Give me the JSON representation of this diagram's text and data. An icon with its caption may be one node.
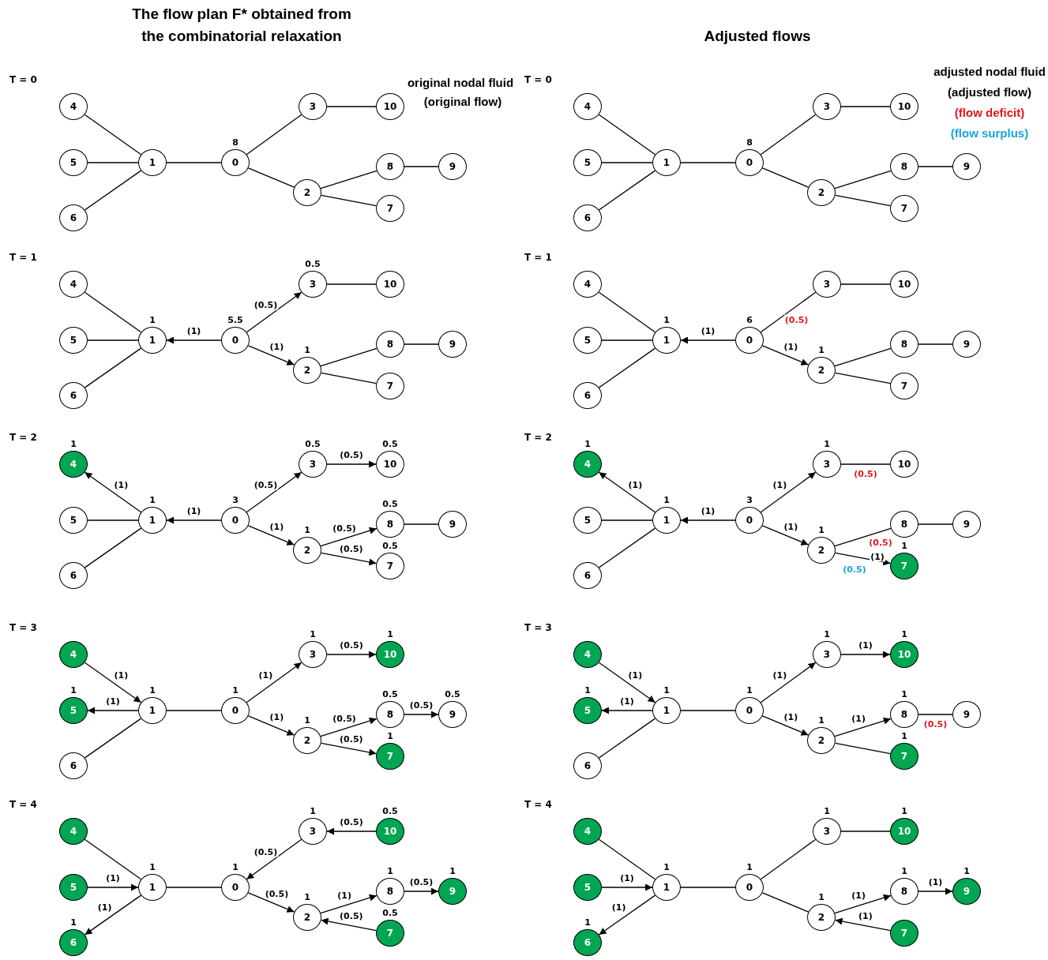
{
  "diagram": {
    "title": "The flow plan F* obtained from the combinatorial relaxation",
    "nodes": [
      {
        "text": [
          "0"
        ],
        "beside": [
          "8"
        ]
      },
      {
        "text": [
          "1"
        ]
      },
      {
        "text": [
          "2"
        ]
      },
      {
        "text": [
          "3"
        ]
      },
      {
        "text": [
          "4"
        ]
      },
      {
        "text": [
          "5"
        ]
      },
      {
        "text": [
          "6"
        ]
      },
      {
        "text": [
          "7"
        ]
      },
      {
        "text": [
          "8"
        ]
      },
      {
        "text": [
          "9"
        ]
      },
      {
        "text": [
          "10"
        ]
      },
      {
        "text": [
          "0"
        ],
        "beside": [
          "8"
        ]
      },
      {
        "text": [
          "1"
        ]
      },
      {
        "text": [
          "2"
        ]
      },
      {
        "text": [
          "3"
        ]
      },
      {
        "text": [
          "4"
        ]
      },
      {
        "text": [
          "5"
        ]
      },
      {
        "text": [
          "6"
        ]
      },
      {
        "text": [
          "7"
        ]
      },
      {
        "text": [
          "8"
        ]
      },
      {
        "text": [
          "9"
        ]
      },
      {
        "text": [
          "10"
        ]
      },
      {
        "text": [
          "0"
        ],
        "beside": [
          "5.5"
        ]
      },
      {
        "text": [
          "1"
        ],
        "beside": [
          "1"
        ]
      },
      {
        "text": [
          "2"
        ],
        "beside": [
          "1"
        ]
      },
      {
        "text": [
          "3"
        ],
        "beside": [
          "0.5"
        ]
      },
      {
        "text": [
          "4"
        ]
      },
      {
        "text": [
          "5"
        ]
      },
      {
        "text": [
          "6"
        ]
      },
      {
        "text": [
          "7"
        ]
      },
      {
        "text": [
          "8"
        ]
      },
      {
        "text": [
          "9"
        ]
      },
      {
        "text": [
          "10"
        ]
      },
      {
        "text": [
          "0"
        ],
        "beside": [
          "6"
        ]
      },
      {
        "text": [
          "1"
        ],
        "beside": [
          "1"
        ]
      },
      {
        "text": [
          "2"
        ],
        "beside": [
          "1"
        ]
      },
      {
        "text": [
          "3"
        ]
      },
      {
        "text": [
          "4"
        ]
      },
      {
        "text": [
          "5"
        ]
      },
      {
        "text": [
          "6"
        ]
      },
      {
        "text": [
          "7"
        ]
      },
      {
        "text": [
          "8"
        ]
      },
      {
        "text": [
          "9"
        ]
      },
      {
        "text": [
          "10"
        ]
      },
      {
        "text": [
          "0"
        ],
        "beside": [
          "3"
        ]
      },
      {
        "text": [
          "1"
        ],
        "beside": [
          "1"
        ]
      },
      {
        "text": [
          "2"
        ],
        "beside": [
          "1"
        ]
      },
      {
        "text": [
          "3"
        ],
        "beside": [
          "0.5"
        ]
      },
      {
        "text": [
          "4"
        ],
        "beside": [
          "1"
        ]
      },
      {
        "text": [
          "5"
        ]
      },
      {
        "text": [
          "6"
        ]
      },
      {
        "text": [
          "7"
        ],
        "beside": [
          "0.5"
        ]
      },
      {
        "text": [
          "8"
        ],
        "beside": [
          "0.5"
        ]
      },
      {
        "text": [
          "9"
        ]
      },
      {
        "text": [
          "10"
        ],
        "beside": [
          "0.5"
        ]
      },
      {
        "text": [
          "0"
        ],
        "beside": [
          "3"
        ]
      },
      {
        "text": [
          "1"
        ],
        "beside": [
          "1"
        ]
      },
      {
        "text": [
          "2"
        ],
        "beside": [
          "1"
        ]
      },
      {
        "text": [
          "3"
        ],
        "beside": [
          "1"
        ]
      },
      {
        "text": [
          "4"
        ],
        "beside": [
          "1"
        ]
      },
      {
        "text": [
          "5"
        ]
      },
      {
        "text": [
          "6"
        ]
      },
      {
        "text": [
          "7"
        ],
        "beside": [
          "1"
        ]
      },
      {
        "text": [
          "8"
        ]
      },
      {
        "text": [
          "9"
        ]
      },
      {
        "text": [
          "10"
        ]
      },
      {
        "text": [
          "0"
        ],
        "beside": [
          "1"
        ]
      },
      {
        "text": [
          "1"
        ],
        "beside": [
          "1"
        ]
      },
      {
        "text": [
          "2"
        ],
        "beside": [
          "1"
        ]
      },
      {
        "text": [
          "3"
        ],
        "beside": [
          "1"
        ]
      },
      {
        "text": [
          "4"
        ]
      },
      {
        "text": [
          "5"
        ],
        "beside": [
          "1"
        ]
      },
      {
        "text": [
          "6"
        ]
      },
      {
        "text": [
          "7"
        ],
        "beside": [
          "1"
        ]
      },
      {
        "text": [
          "8"
        ],
        "beside": [
          "0.5"
        ]
      },
      {
        "text": [
          "9"
        ],
        "beside": [
          "0.5"
        ]
      },
      {
        "text": [
          "10"
        ],
        "beside": [
          "1"
        ]
      },
      {
        "text": [
          "0"
        ],
        "beside": [
          "1"
        ]
      },
      {
        "text": [
          "1"
        ],
        "beside": [
          "1"
        ]
      },
      {
        "text": [
          "2"
        ],
        "beside": [
          "1"
        ]
      },
      {
        "text": [
          "3"
        ],
        "beside": [
          "1"
        ]
      },
      {
        "text": [
          "4"
        ]
      },
      {
        "text": [
          "5"
        ],
        "beside": [
          "1"
        ]
      },
      {
        "text": [
          "6"
        ]
      },
      {
        "text": [
          "7"
        ],
        "beside": [
          "1"
        ]
      },
      {
        "text": [
          "8"
        ],
        "beside": [
          "1"
        ]
      },
      {
        "text": [
          "9"
        ]
      },
      {
        "text": [
          "10"
        ],
        "beside": [
          "1"
        ]
      },
      {
        "text": [
          "0"
        ],
        "beside": [
          "1"
        ]
      },
      {
        "text": [
          "1"
        ],
        "beside": [
          "1"
        ]
      },
      {
        "text": [
          "2"
        ],
        "beside": [
          "1"
        ]
      },
      {
        "text": [
          "3"
        ],
        "beside": [
          "1"
        ]
      },
      {
        "text": [
          "4"
        ]
      },
      {
        "text": [
          "5"
        ]
      },
      {
        "text": [
          "6"
        ],
        "beside": [
          "1"
        ]
      },
      {
        "text": [
          "7"
        ],
        "beside": [
          "0.5"
        ]
      },
      {
        "text": [
          "8"
        ],
        "beside": [
          "1"
        ]
      },
      {
        "text": [
          "9"
        ],
        "beside": [
          "1"
        ]
      },
      {
        "text": [
          "10"
        ],
        "beside": [
          "0.5"
        ]
      },
      {
        "text": [
          "0"
        ],
        "beside": [
          "1"
        ]
      },
      {
        "text": [
          "1"
        ],
        "beside": [
          "1"
        ]
      },
      {
        "text": [
          "2"
        ],
        "beside": [
          "1"
        ]
      },
      {
        "text": [
          "3"
        ],
        "beside": [
          "1"
        ]
      },
      {
        "text": [
          "4"
        ]
      },
      {
        "text": [
          "5"
        ]
      },
      {
        "text": [
          "6"
        ],
        "beside": [
          "1"
        ]
      },
      {
        "text": [
          "7"
        ]
      },
      {
        "text": [
          "8"
        ],
        "beside": [
          "1"
        ]
      },
      {
        "text": [
          "9"
        ],
        "beside": [
          "1"
        ]
      },
      {
        "text": [
          "10"
        ],
        "beside": [
          "1"
        ]
      }
    ],
    "edges": [
      {
        "from": 1,
        "to": 4,
        "arrow": "none"
      },
      {
        "from": 1,
        "to": 5,
        "arrow": "none"
      },
      {
        "from": 1,
        "to": 6,
        "arrow": "none"
      },
      {
        "from": 0,
        "to": 1,
        "arrow": "none"
      },
      {
        "from": 0,
        "to": 3,
        "arrow": "none"
      },
      {
        "from": 3,
        "to": 10,
        "arrow": "none"
      },
      {
        "from": 0,
        "to": 2,
        "arrow": "none"
      },
      {
        "from": 2,
        "to": 8,
        "arrow": "none"
      },
      {
        "from": 8,
        "to": 9,
        "arrow": "none"
      },
      {
        "from": 2,
        "to": 7,
        "arrow": "none"
      },
      {
        "from": 12,
        "to": 15,
        "arrow": "none"
      },
      {
        "from": 12,
        "to": 16,
        "arrow": "none"
      },
      {
        "from": 12,
        "to": 17,
        "arrow": "none"
      },
      {
        "from": 11,
        "to": 12,
        "arrow": "none"
      },
      {
        "from": 11,
        "to": 14,
        "arrow": "none"
      },
      {
        "from": 14,
        "to": 21,
        "arrow": "none"
      },
      {
        "from": 11,
        "to": 13,
        "arrow": "none"
      },
      {
        "from": 13,
        "to": 19,
        "arrow": "none"
      },
      {
        "from": 19,
        "to": 20,
        "arrow": "none"
      },
      {
        "from": 13,
        "to": 18,
        "arrow": "none"
      },
      {
        "from": 23,
        "to": 26,
        "arrow": "none"
      },
      {
        "from": 23,
        "to": 27,
        "arrow": "none"
      },
      {
        "from": 23,
        "to": 28,
        "arrow": "none"
      },
      {
        "from": 22,
        "to": 23,
        "arrow": "to",
        "label": "(1)"
      },
      {
        "from": 22,
        "to": 25,
        "arrow": "to",
        "label": "(0.5)"
      },
      {
        "from": 25,
        "to": 32,
        "arrow": "none"
      },
      {
        "from": 22,
        "to": 24,
        "arrow": "to",
        "label": "(1)"
      },
      {
        "from": 24,
        "to": 30,
        "arrow": "none"
      },
      {
        "from": 30,
        "to": 31,
        "arrow": "none"
      },
      {
        "from": 24,
        "to": 29,
        "arrow": "none"
      },
      {
        "from": 34,
        "to": 37,
        "arrow": "none"
      },
      {
        "from": 34,
        "to": 38,
        "arrow": "none"
      },
      {
        "from": 34,
        "to": 39,
        "arrow": "none"
      },
      {
        "from": 33,
        "to": 34,
        "arrow": "to",
        "label": "(1)"
      },
      {
        "from": 33,
        "to": 36,
        "arrow": "none",
        "label": "(0.5)"
      },
      {
        "from": 36,
        "to": 43,
        "arrow": "none"
      },
      {
        "from": 33,
        "to": 35,
        "arrow": "to",
        "label": "(1)"
      },
      {
        "from": 35,
        "to": 41,
        "arrow": "none"
      },
      {
        "from": 41,
        "to": 42,
        "arrow": "none"
      },
      {
        "from": 35,
        "to": 40,
        "arrow": "none"
      },
      {
        "from": 45,
        "to": 48,
        "arrow": "to",
        "label": "(1)"
      },
      {
        "from": 45,
        "to": 49,
        "arrow": "none"
      },
      {
        "from": 45,
        "to": 50,
        "arrow": "none"
      },
      {
        "from": 44,
        "to": 45,
        "arrow": "to",
        "label": "(1)"
      },
      {
        "from": 44,
        "to": 47,
        "arrow": "to",
        "label": "(0.5)"
      },
      {
        "from": 47,
        "to": 54,
        "arrow": "to",
        "label": "(0.5)"
      },
      {
        "from": 44,
        "to": 46,
        "arrow": "to",
        "label": "(1)"
      },
      {
        "from": 46,
        "to": 52,
        "arrow": "to",
        "label": "(0.5)"
      },
      {
        "from": 52,
        "to": 53,
        "arrow": "none"
      },
      {
        "from": 46,
        "to": 51,
        "arrow": "to",
        "label": "(0.5)"
      },
      {
        "from": 56,
        "to": 59,
        "arrow": "to",
        "label": "(1)"
      },
      {
        "from": 56,
        "to": 60,
        "arrow": "none"
      },
      {
        "from": 56,
        "to": 61,
        "arrow": "none"
      },
      {
        "from": 55,
        "to": 56,
        "arrow": "to",
        "label": "(1)"
      },
      {
        "from": 55,
        "to": 58,
        "arrow": "to",
        "label": "(1)"
      },
      {
        "from": 58,
        "to": 65,
        "arrow": "none",
        "label": "(0.5)"
      },
      {
        "from": 55,
        "to": 57,
        "arrow": "to",
        "label": "(1)"
      },
      {
        "from": 57,
        "to": 63,
        "arrow": "none",
        "label": "(0.5)"
      },
      {
        "from": 63,
        "to": 64,
        "arrow": "none"
      },
      {
        "from": 57,
        "to": 62,
        "arrow": "to",
        "label": "(1)"
      },
      {
        "from": 70,
        "to": 67,
        "arrow": "to",
        "label": "(1)"
      },
      {
        "from": 67,
        "to": 71,
        "arrow": "to",
        "label": "(1)"
      },
      {
        "from": 67,
        "to": 72,
        "arrow": "none"
      },
      {
        "from": 66,
        "to": 67,
        "arrow": "none"
      },
      {
        "from": 66,
        "to": 69,
        "arrow": "to",
        "label": "(1)"
      },
      {
        "from": 69,
        "to": 76,
        "arrow": "to",
        "label": "(0.5)"
      },
      {
        "from": 66,
        "to": 68,
        "arrow": "to",
        "label": "(1)"
      },
      {
        "from": 68,
        "to": 74,
        "arrow": "to",
        "label": "(0.5)"
      },
      {
        "from": 74,
        "to": 75,
        "arrow": "to",
        "label": "(0.5)"
      },
      {
        "from": 68,
        "to": 73,
        "arrow": "to",
        "label": "(0.5)"
      },
      {
        "from": 81,
        "to": 78,
        "arrow": "to",
        "label": "(1)"
      },
      {
        "from": 78,
        "to": 82,
        "arrow": "to",
        "label": "(1)"
      },
      {
        "from": 78,
        "to": 83,
        "arrow": "none"
      },
      {
        "from": 77,
        "to": 78,
        "arrow": "none"
      },
      {
        "from": 77,
        "to": 80,
        "arrow": "to",
        "label": "(1)"
      },
      {
        "from": 80,
        "to": 87,
        "arrow": "to",
        "label": "(1)"
      },
      {
        "from": 77,
        "to": 79,
        "arrow": "to",
        "label": "(1)"
      },
      {
        "from": 79,
        "to": 85,
        "arrow": "to",
        "label": "(1)"
      },
      {
        "from": 85,
        "to": 86,
        "arrow": "none",
        "label": "(0.5)"
      },
      {
        "from": 79,
        "to": 84,
        "arrow": "none"
      },
      {
        "from": 89,
        "to": 92,
        "arrow": "none"
      },
      {
        "from": 93,
        "to": 89,
        "arrow": "to",
        "label": "(1)"
      },
      {
        "from": 89,
        "to": 94,
        "arrow": "to",
        "label": "(1)"
      },
      {
        "from": 88,
        "to": 89,
        "arrow": "none"
      },
      {
        "from": 91,
        "to": 88,
        "arrow": "to",
        "label": "(0.5)"
      },
      {
        "from": 98,
        "to": 91,
        "arrow": "to",
        "label": "(0.5)"
      },
      {
        "from": 88,
        "to": 90,
        "arrow": "to",
        "label": "(0.5)"
      },
      {
        "from": 90,
        "to": 96,
        "arrow": "to",
        "label": "(1)"
      },
      {
        "from": 96,
        "to": 97,
        "arrow": "to",
        "label": "(0.5)"
      },
      {
        "from": 95,
        "to": 90,
        "arrow": "to",
        "label": "(0.5)"
      },
      {
        "from": 100,
        "to": 103,
        "arrow": "none"
      },
      {
        "from": 104,
        "to": 100,
        "arrow": "to",
        "label": "(1)"
      },
      {
        "from": 100,
        "to": 105,
        "arrow": "to",
        "label": "(1)"
      },
      {
        "from": 99,
        "to": 100,
        "arrow": "none"
      },
      {
        "from": 99,
        "to": 102,
        "arrow": "none"
      },
      {
        "from": 102,
        "to": 109,
        "arrow": "none"
      },
      {
        "from": 99,
        "to": 101,
        "arrow": "none"
      },
      {
        "from": 101,
        "to": 107,
        "arrow": "to",
        "label": "(1)"
      },
      {
        "from": 107,
        "to": 108,
        "arrow": "to",
        "label": "(1)"
      },
      {
        "from": 106,
        "to": 101,
        "arrow": "to",
        "label": "(1)"
      }
    ],
    "labels": [
      "Adjusted flows",
      "T = 0",
      "T = 0",
      "T = 1",
      "T = 1",
      "T = 2",
      "T = 2",
      "T = 3",
      "T = 3",
      "T = 4",
      "T = 4",
      "(0.5)"
    ],
    "legend": [
      {
        "text": "original nodal fluid"
      },
      {
        "text": "(original flow)"
      },
      {
        "text": "adjusted nodal fluid"
      },
      {
        "text": "(adjusted flow)"
      },
      {
        "text": "(flow deficit)",
        "color": "#e3161b"
      },
      {
        "text": "(flow surplus)",
        "color": "#1ba3dc"
      }
    ]
  }
}
